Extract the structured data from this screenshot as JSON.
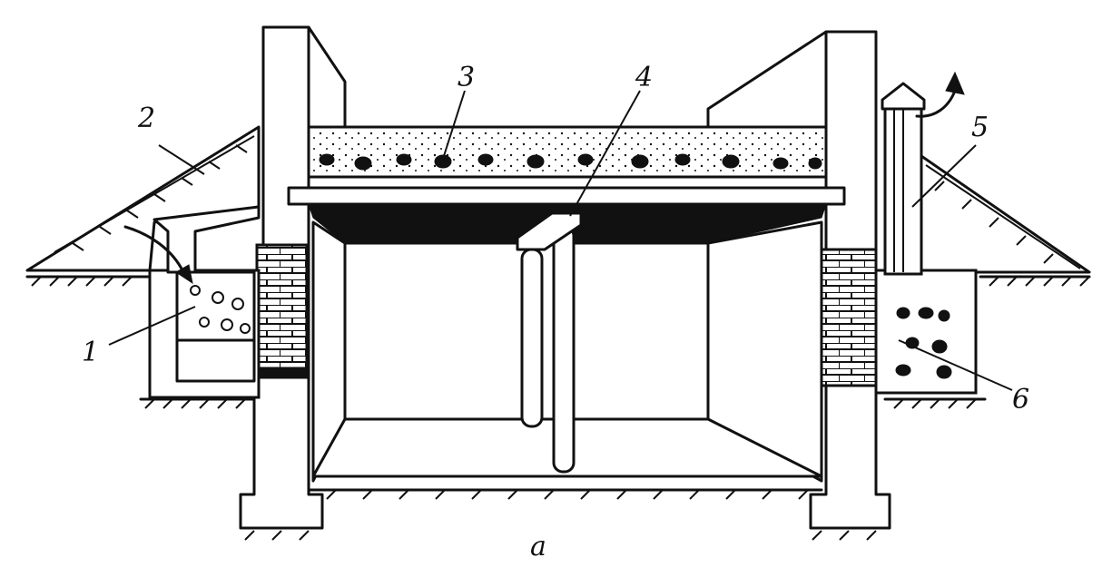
{
  "figure": {
    "caption": "а",
    "callouts": [
      {
        "id": "1",
        "label": "1"
      },
      {
        "id": "2",
        "label": "2"
      },
      {
        "id": "3",
        "label": "3"
      },
      {
        "id": "4",
        "label": "4"
      },
      {
        "id": "5",
        "label": "5"
      },
      {
        "id": "6",
        "label": "6"
      }
    ]
  }
}
